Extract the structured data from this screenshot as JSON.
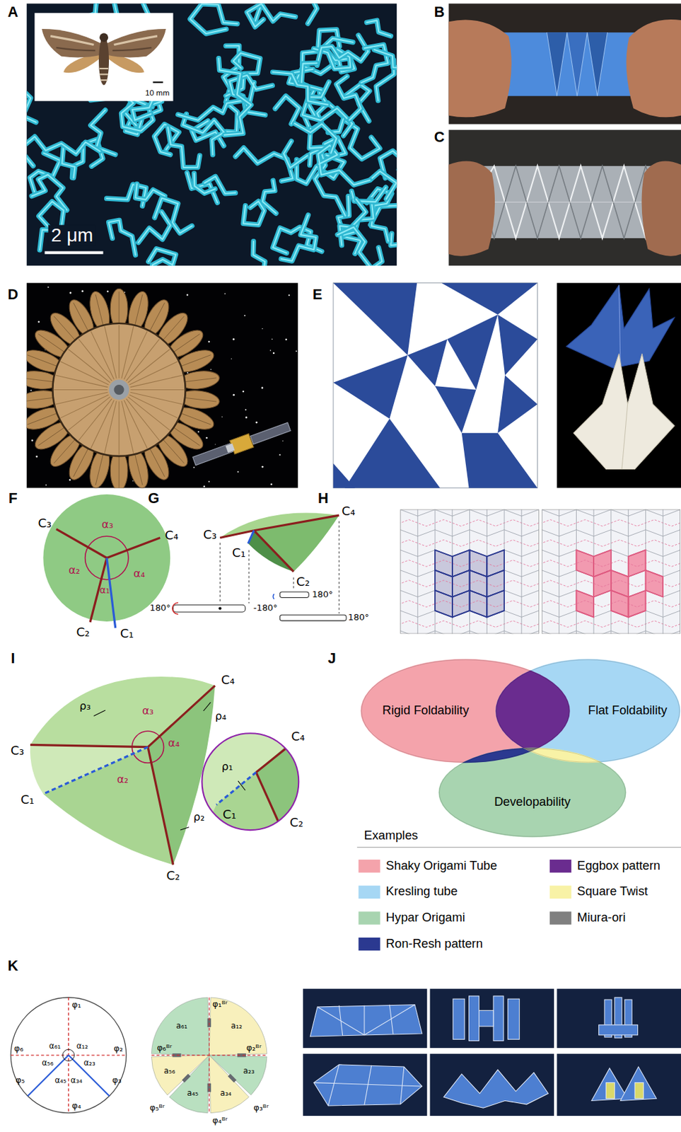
{
  "diagram": {
    "nodes": [
      {
        "text": [
          "Rigid Foldability"
        ]
      },
      {
        "text": [
          "Flat Foldability"
        ]
      },
      {
        "text": [
          "Developability"
        ]
      }
    ],
    "labels": [
      "A",
      "B",
      "C",
      "D",
      "E",
      "F",
      "G",
      "H",
      "I",
      "J",
      "K",
      "10 mm",
      "2 μm",
      "C₃",
      "α₃",
      "C₄",
      "α₂",
      "α₄",
      "α₁",
      "C₂",
      "C₁",
      "C₃",
      "C₄",
      "C₁",
      "C₂",
      "180°",
      "-180°",
      "180°",
      "180°",
      "C₃",
      "ρ₃",
      "α₃",
      "C₄",
      "ρ₄",
      "α₂",
      "α₄",
      "C₁",
      "ρ₂",
      "C₂",
      "C₄",
      "ρ₁",
      "C₁",
      "C₂",
      "Examples",
      "φ₁",
      "φ₆",
      "φ₂",
      "φ₃",
      "φ₄",
      "φ₅",
      "α₆₁",
      "α₁₂",
      "α₅₆",
      "α₂₃",
      "α₄₅",
      "α₃₄",
      "φ₁ᴮʳ",
      "a₁₂",
      "φ₂ᴮʳ",
      "a₂₃",
      "a₃₄",
      "φ₃ᴮʳ",
      "φ₄ᴮʳ",
      "a₄₅",
      "φ₅ᴮʳ",
      "a₅₆",
      "φ₆ᴮʳ",
      "a₆₁"
    ],
    "legend": [
      {
        "text": "Shaky Origami Tube",
        "color": "#f4a3ab"
      },
      {
        "text": "Kresling tube",
        "color": "#a6d7f4"
      },
      {
        "text": "Hypar Origami",
        "color": "#a8d4b0"
      },
      {
        "text": "Ron-Resh pattern",
        "color": "#2b3990"
      },
      {
        "text": "Eggbox pattern",
        "color": "#6a2c8f"
      },
      {
        "text": "Square Twist",
        "color": "#f8f2a6"
      },
      {
        "text": "Miura-ori",
        "color": "#808080"
      }
    ]
  }
}
